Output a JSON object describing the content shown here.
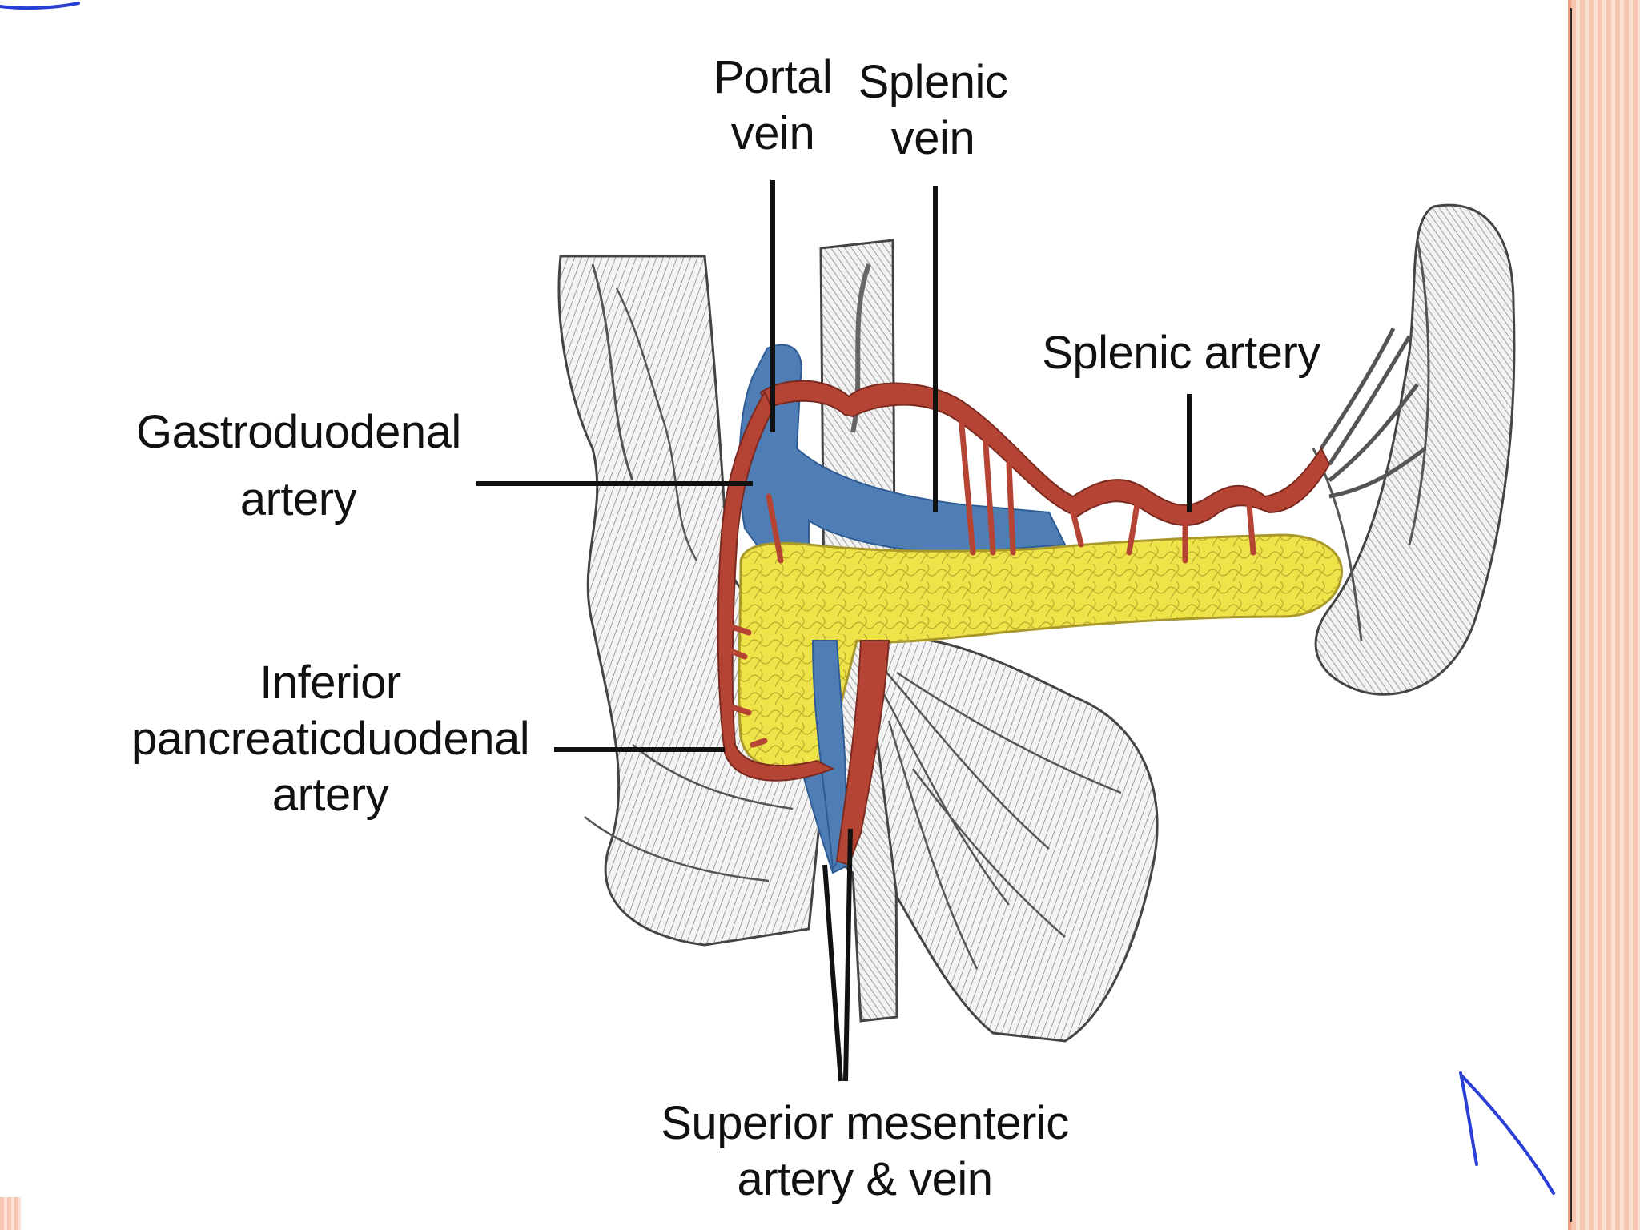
{
  "labels": {
    "portal_vein": [
      "Portal",
      "vein"
    ],
    "splenic_vein": [
      "Splenic",
      "vein"
    ],
    "splenic_artery": "Splenic artery",
    "gastroduodenal_artery": [
      "Gastroduodenal",
      "artery"
    ],
    "inferior_pancreaticoduodenal_artery": [
      "Inferior",
      "pancreaticduodenal",
      "artery"
    ],
    "superior_mesenteric": [
      "Superior mesenteric",
      "artery & vein"
    ]
  },
  "colors": {
    "artery": "#b64434",
    "vein": "#4f7db6",
    "pancreas": "#efe34a",
    "leader_line": "#111111",
    "pen_annotation": "#2a3fd6",
    "frame": "#f6c6b0"
  },
  "icons": {
    "pen_marks": "pen-stroke-icon"
  }
}
